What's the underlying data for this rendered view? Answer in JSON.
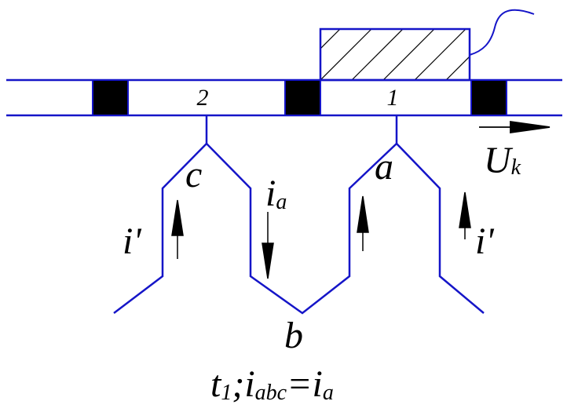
{
  "labels": {
    "segment_2": "2",
    "segment_1": "1",
    "c": "c",
    "a": "a",
    "b": "b",
    "i_a": "i",
    "i_a_sub": "a",
    "i_prime_left": "i'",
    "i_prime_right": "i'",
    "U": "U",
    "U_sub": "k",
    "caption_t": "t",
    "caption_t_sub": "1",
    "caption_semi": ";",
    "caption_i": "i",
    "caption_i_sub": "abc",
    "caption_eq": "=",
    "caption_i2": "i",
    "caption_i2_sub": "a"
  },
  "colors": {
    "line": "#1515c8",
    "black": "#000000"
  }
}
